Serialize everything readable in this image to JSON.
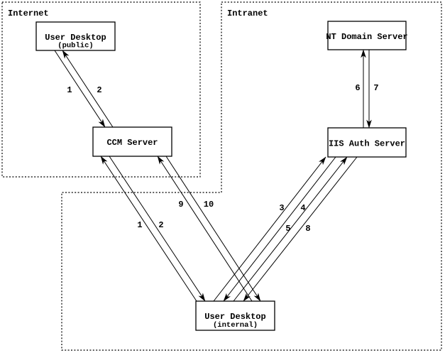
{
  "zones": {
    "internet_label": "Internet",
    "intranet_label": "Intranet"
  },
  "nodes": {
    "user_desktop_public": {
      "title": "User Desktop",
      "subtitle": "(public)"
    },
    "ccm_server": {
      "title": "CCM Server"
    },
    "nt_domain_server": {
      "title": "NT Domain Server"
    },
    "iis_auth_server": {
      "title": "IIS Auth Server"
    },
    "user_desktop_internal": {
      "title": "User Desktop",
      "subtitle": "(internal)"
    }
  },
  "edges": {
    "public_desktop_to_ccm": {
      "label": "1"
    },
    "ccm_to_public_desktop": {
      "label": "2"
    },
    "internal_desktop_to_ccm": {
      "label": "1"
    },
    "ccm_to_internal_desktop": {
      "label": "2"
    },
    "internal_desktop_to_iis_first": {
      "label": "3"
    },
    "iis_to_internal_desktop_first": {
      "label": "4"
    },
    "internal_desktop_to_iis_second": {
      "label": "5"
    },
    "iis_to_nt_domain": {
      "label": "6"
    },
    "nt_domain_to_iis": {
      "label": "7"
    },
    "iis_to_internal_desktop_second": {
      "label": "8"
    },
    "internal_desktop_to_ccm_second": {
      "label": "9"
    },
    "ccm_to_internal_desktop_second": {
      "label": "10"
    }
  },
  "colors": {
    "ink": "#000000",
    "background": "#ffffff"
  }
}
